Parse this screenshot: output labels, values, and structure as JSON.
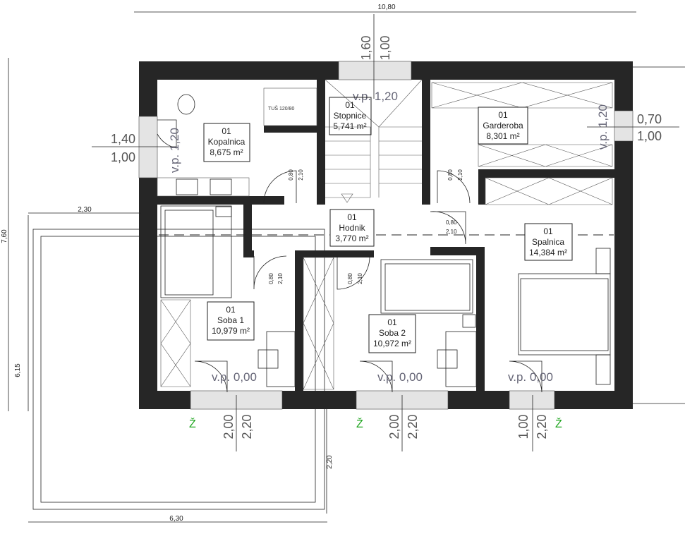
{
  "dimensions": {
    "overall_width": "10,80",
    "overall_height": "7,60",
    "terrace_offset": "2,30",
    "terrace_height": "6,15",
    "terrace_width": "6,30",
    "terrace_gap": "2,20"
  },
  "windows": [
    {
      "width": "1,60",
      "height": "1,00",
      "sill": "v.p. 1,20"
    },
    {
      "width": "1,40",
      "height": "1,00",
      "sill": "v.p. 1,20"
    },
    {
      "width": "0,70",
      "height": "1,00",
      "sill": "v.p. 1,20"
    },
    {
      "width": "2,00",
      "height": "2,20",
      "sill": "v.p. 0,00",
      "orientation": "Ž"
    },
    {
      "width": "2,00",
      "height": "2,20",
      "sill": "v.p. 0,00",
      "orientation": "Ž"
    },
    {
      "width": "1,00",
      "height": "2,20",
      "sill": "v.p. 0,00",
      "orientation": "Ž"
    }
  ],
  "doors": [
    {
      "width": "0,80",
      "height": "2,10"
    },
    {
      "width": "0,80",
      "height": "2,10"
    },
    {
      "width": "0,80",
      "height": "2,10"
    },
    {
      "width": "0,80",
      "height": "2,10"
    },
    {
      "width": "0,80",
      "height": "2,10"
    }
  ],
  "rooms": [
    {
      "num": "01",
      "name": "Kopalnica",
      "area": "8,675 m²"
    },
    {
      "num": "01",
      "name": "Stopnice",
      "area": "5,741 m²"
    },
    {
      "num": "01",
      "name": "Garderoba",
      "area": "8,301 m²"
    },
    {
      "num": "01",
      "name": "Hodnik",
      "area": "3,770 m²"
    },
    {
      "num": "01",
      "name": "Spalnica",
      "area": "14,384 m²"
    },
    {
      "num": "01",
      "name": "Soba 1",
      "area": "10,979 m²"
    },
    {
      "num": "01",
      "name": "Soba 2",
      "area": "10,972 m²"
    }
  ],
  "fixtures": {
    "shower": "TUŠ 120/80"
  }
}
